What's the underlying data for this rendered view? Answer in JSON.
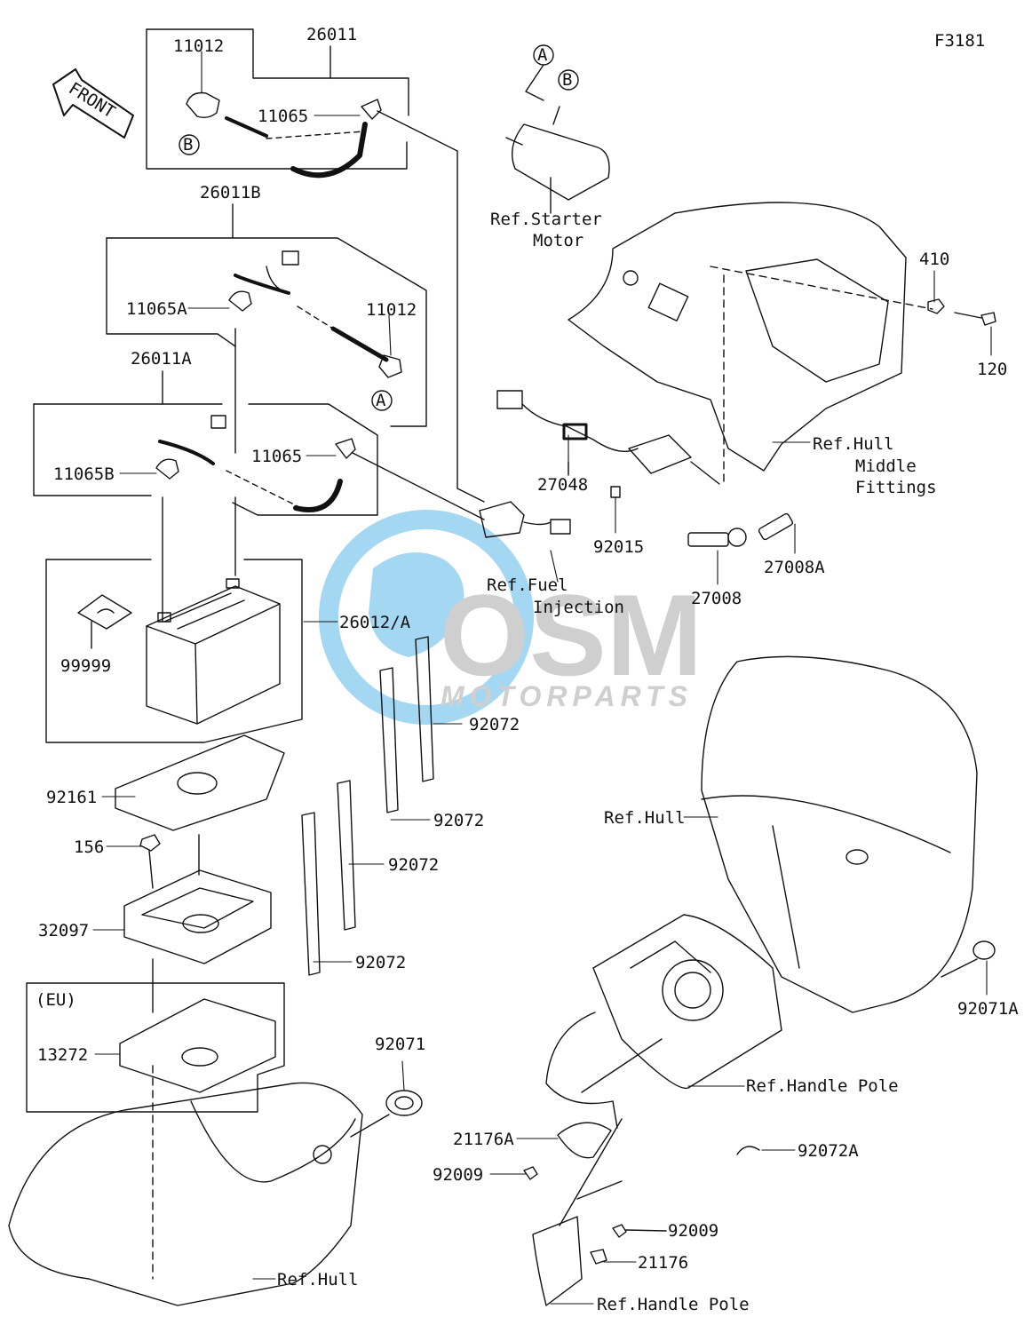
{
  "figure_id": "F3181",
  "front_arrow": "FRONT",
  "watermark": {
    "brand": "OSM",
    "sub": "MOTORPARTS"
  },
  "labels": {
    "p26011": "26011",
    "p11012a": "11012",
    "p11065a": "11065",
    "p26011b": "26011B",
    "p11065A": "11065A",
    "p11012b": "11012",
    "p26011a": "26011A",
    "p11065B": "11065B",
    "p11065b": "11065",
    "p26012": "26012/A",
    "p99999": "99999",
    "p92161": "92161",
    "p156": "156",
    "p32097": "32097",
    "eu": "(EU)",
    "p13272": "13272",
    "p92071": "92071",
    "p92072_1": "92072",
    "p92072_2": "92072",
    "p92072_3": "92072",
    "p92072_4": "92072",
    "p27048": "27048",
    "p92015": "92015",
    "p27008": "27008",
    "p27008A": "27008A",
    "p410": "410",
    "p120": "120",
    "p92071A": "92071A",
    "p21176A": "21176A",
    "p92009a": "92009",
    "p92009b": "92009",
    "p21176": "21176",
    "p92072A": "92072A"
  },
  "refs": {
    "starter_1": "Ref.Starter",
    "starter_2": "Motor",
    "hull_mid_1": "Ref.Hull",
    "hull_mid_2": "Middle",
    "hull_mid_3": "Fittings",
    "fuel_1": "Ref.Fuel",
    "fuel_2": "Injection",
    "hull_a": "Ref.Hull",
    "handle_a": "Ref.Handle Pole",
    "hull_b": "Ref.Hull",
    "handle_b": "Ref.Handle Pole"
  },
  "callouts": {
    "A": "A",
    "B": "B"
  },
  "colors": {
    "line": "#111111",
    "watermark_blue": "#5ab8e8",
    "watermark_grey": "#a9a9a9"
  }
}
